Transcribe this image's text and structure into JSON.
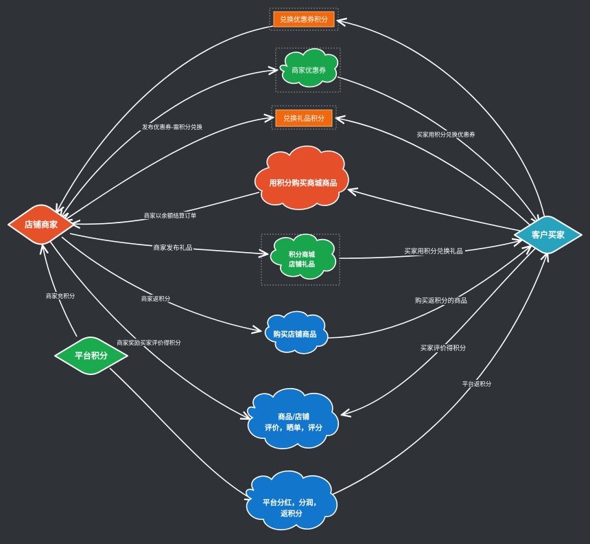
{
  "colors": {
    "background": "#2f3237",
    "merchant": "#e5522a",
    "buyer": "#28a3bd",
    "platform": "#1aab4f",
    "coupon_box": "#f0690e",
    "green_cloud": "#19a54c",
    "blue_cloud": "#1276cc",
    "orange_cloud": "#e5502a",
    "edge": "#ffffff"
  },
  "nodes": {
    "merchant": "店铺商家",
    "buyer": "客户买家",
    "platform": "平台积分",
    "redeem_coupon_points": "兑换优惠券积分",
    "merchant_coupon": "商家优惠券",
    "redeem_gift_points": "兑换礼品积分",
    "buy_with_points": "用积分购买商城商品",
    "points_mall_gift_line1": "积分商城",
    "points_mall_gift_line2": "店铺礼品",
    "buy_store_goods": "购买店铺商品",
    "review_line1": "商品/店铺",
    "review_line2": "评价，晒单，评分",
    "platform_dividend_line1": "平台分红，分润，",
    "platform_dividend_line2": "返积分"
  },
  "edge_labels": {
    "issue_coupon": "发布优惠券-需积分兑换",
    "settle_balance": "商家以余额结算订单",
    "publish_gift": "商家发布礼品",
    "return_points": "商家返积分",
    "recharge_points": "商家充积分",
    "reward_review": "商家奖励买家评价得积分",
    "buyer_redeem_coupon": "买家用积分兑换优惠券",
    "buyer_redeem_gift": "买家用积分兑换礼品",
    "buy_return_goods": "购买返积分的商品",
    "review_earn": "买家评价得积分",
    "platform_return": "平台返积分"
  }
}
